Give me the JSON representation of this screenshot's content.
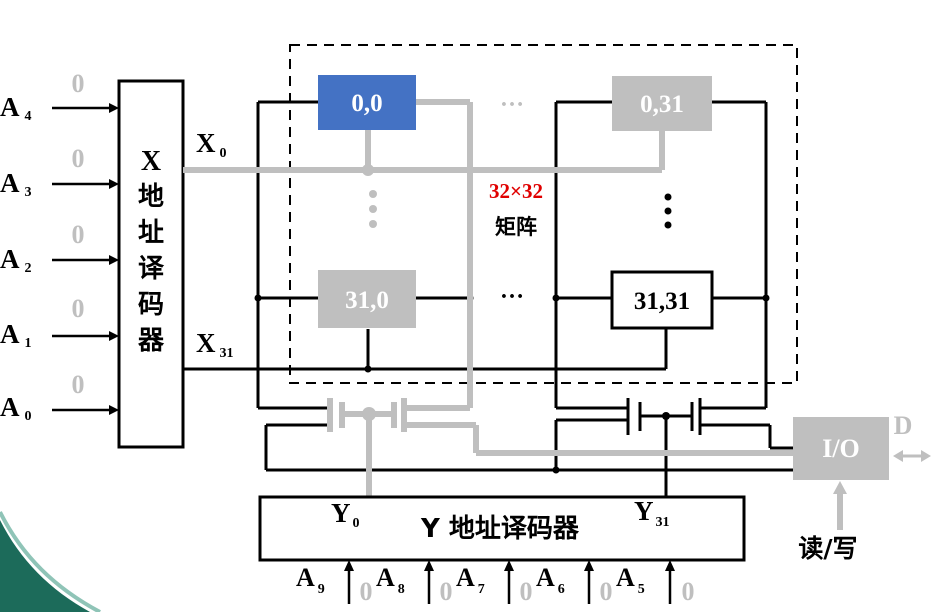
{
  "colors": {
    "line": "#000000",
    "gray": "#bfbfbf",
    "highlight": "#4472c4",
    "accent": "#e00000",
    "bit_zero": "#bfbfbf",
    "corner": "#1c6b5a"
  },
  "x_inputs": [
    {
      "name": "A",
      "sub": "4",
      "bit": "0"
    },
    {
      "name": "A",
      "sub": "3",
      "bit": "0"
    },
    {
      "name": "A",
      "sub": "2",
      "bit": "0"
    },
    {
      "name": "A",
      "sub": "1",
      "bit": "0"
    },
    {
      "name": "A",
      "sub": "0",
      "bit": "0"
    }
  ],
  "x_decoder": {
    "chars": [
      "X",
      "地",
      "址",
      "译",
      "码",
      "器"
    ]
  },
  "x_lines": [
    {
      "name": "X",
      "sub": "0"
    },
    {
      "name": "X",
      "sub": "31"
    }
  ],
  "cells": [
    {
      "label": "0,0",
      "state": "selected"
    },
    {
      "label": "0,31",
      "state": "inactive"
    },
    {
      "label": "31,0",
      "state": "inactive"
    },
    {
      "label": "31,31",
      "state": "normal"
    }
  ],
  "matrix": {
    "size_label": "32×32",
    "name_label": "矩阵"
  },
  "ellipsis": "…",
  "y_lines": [
    {
      "name": "Y",
      "sub": "0"
    },
    {
      "name": "Y",
      "sub": "31"
    }
  ],
  "y_decoder": {
    "label": "Y 地址译码器"
  },
  "y_inputs": [
    {
      "name": "A",
      "sub": "9",
      "bit": "0"
    },
    {
      "name": "A",
      "sub": "8",
      "bit": "0"
    },
    {
      "name": "A",
      "sub": "7",
      "bit": "0"
    },
    {
      "name": "A",
      "sub": "6",
      "bit": "0"
    },
    {
      "name": "A",
      "sub": "5",
      "bit": "0"
    }
  ],
  "io": {
    "label": "I/O",
    "data_label": "D",
    "rw_label": "读/写"
  }
}
